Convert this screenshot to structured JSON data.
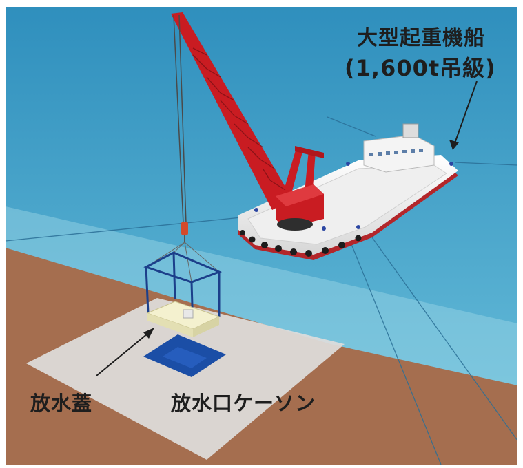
{
  "labels": {
    "crane_ship_name": "大型起重機船",
    "crane_ship_capacity": "(1,600t吊級)",
    "discharge_lid": "放水蓋",
    "discharge_caisson": "放水口ケーソン"
  },
  "colors": {
    "sea_top": "#2f8fbd",
    "sea_bottom": "#6cc1dc",
    "seabed": "#a56e4f",
    "seabed_pad": "#dedddc",
    "crane_red": "#c91c22",
    "hull_white": "#f3f3f3",
    "frame_blue": "#1c3f8a",
    "caisson_blue": "#1b4ea6",
    "lid_cream": "#f4f1cf"
  }
}
